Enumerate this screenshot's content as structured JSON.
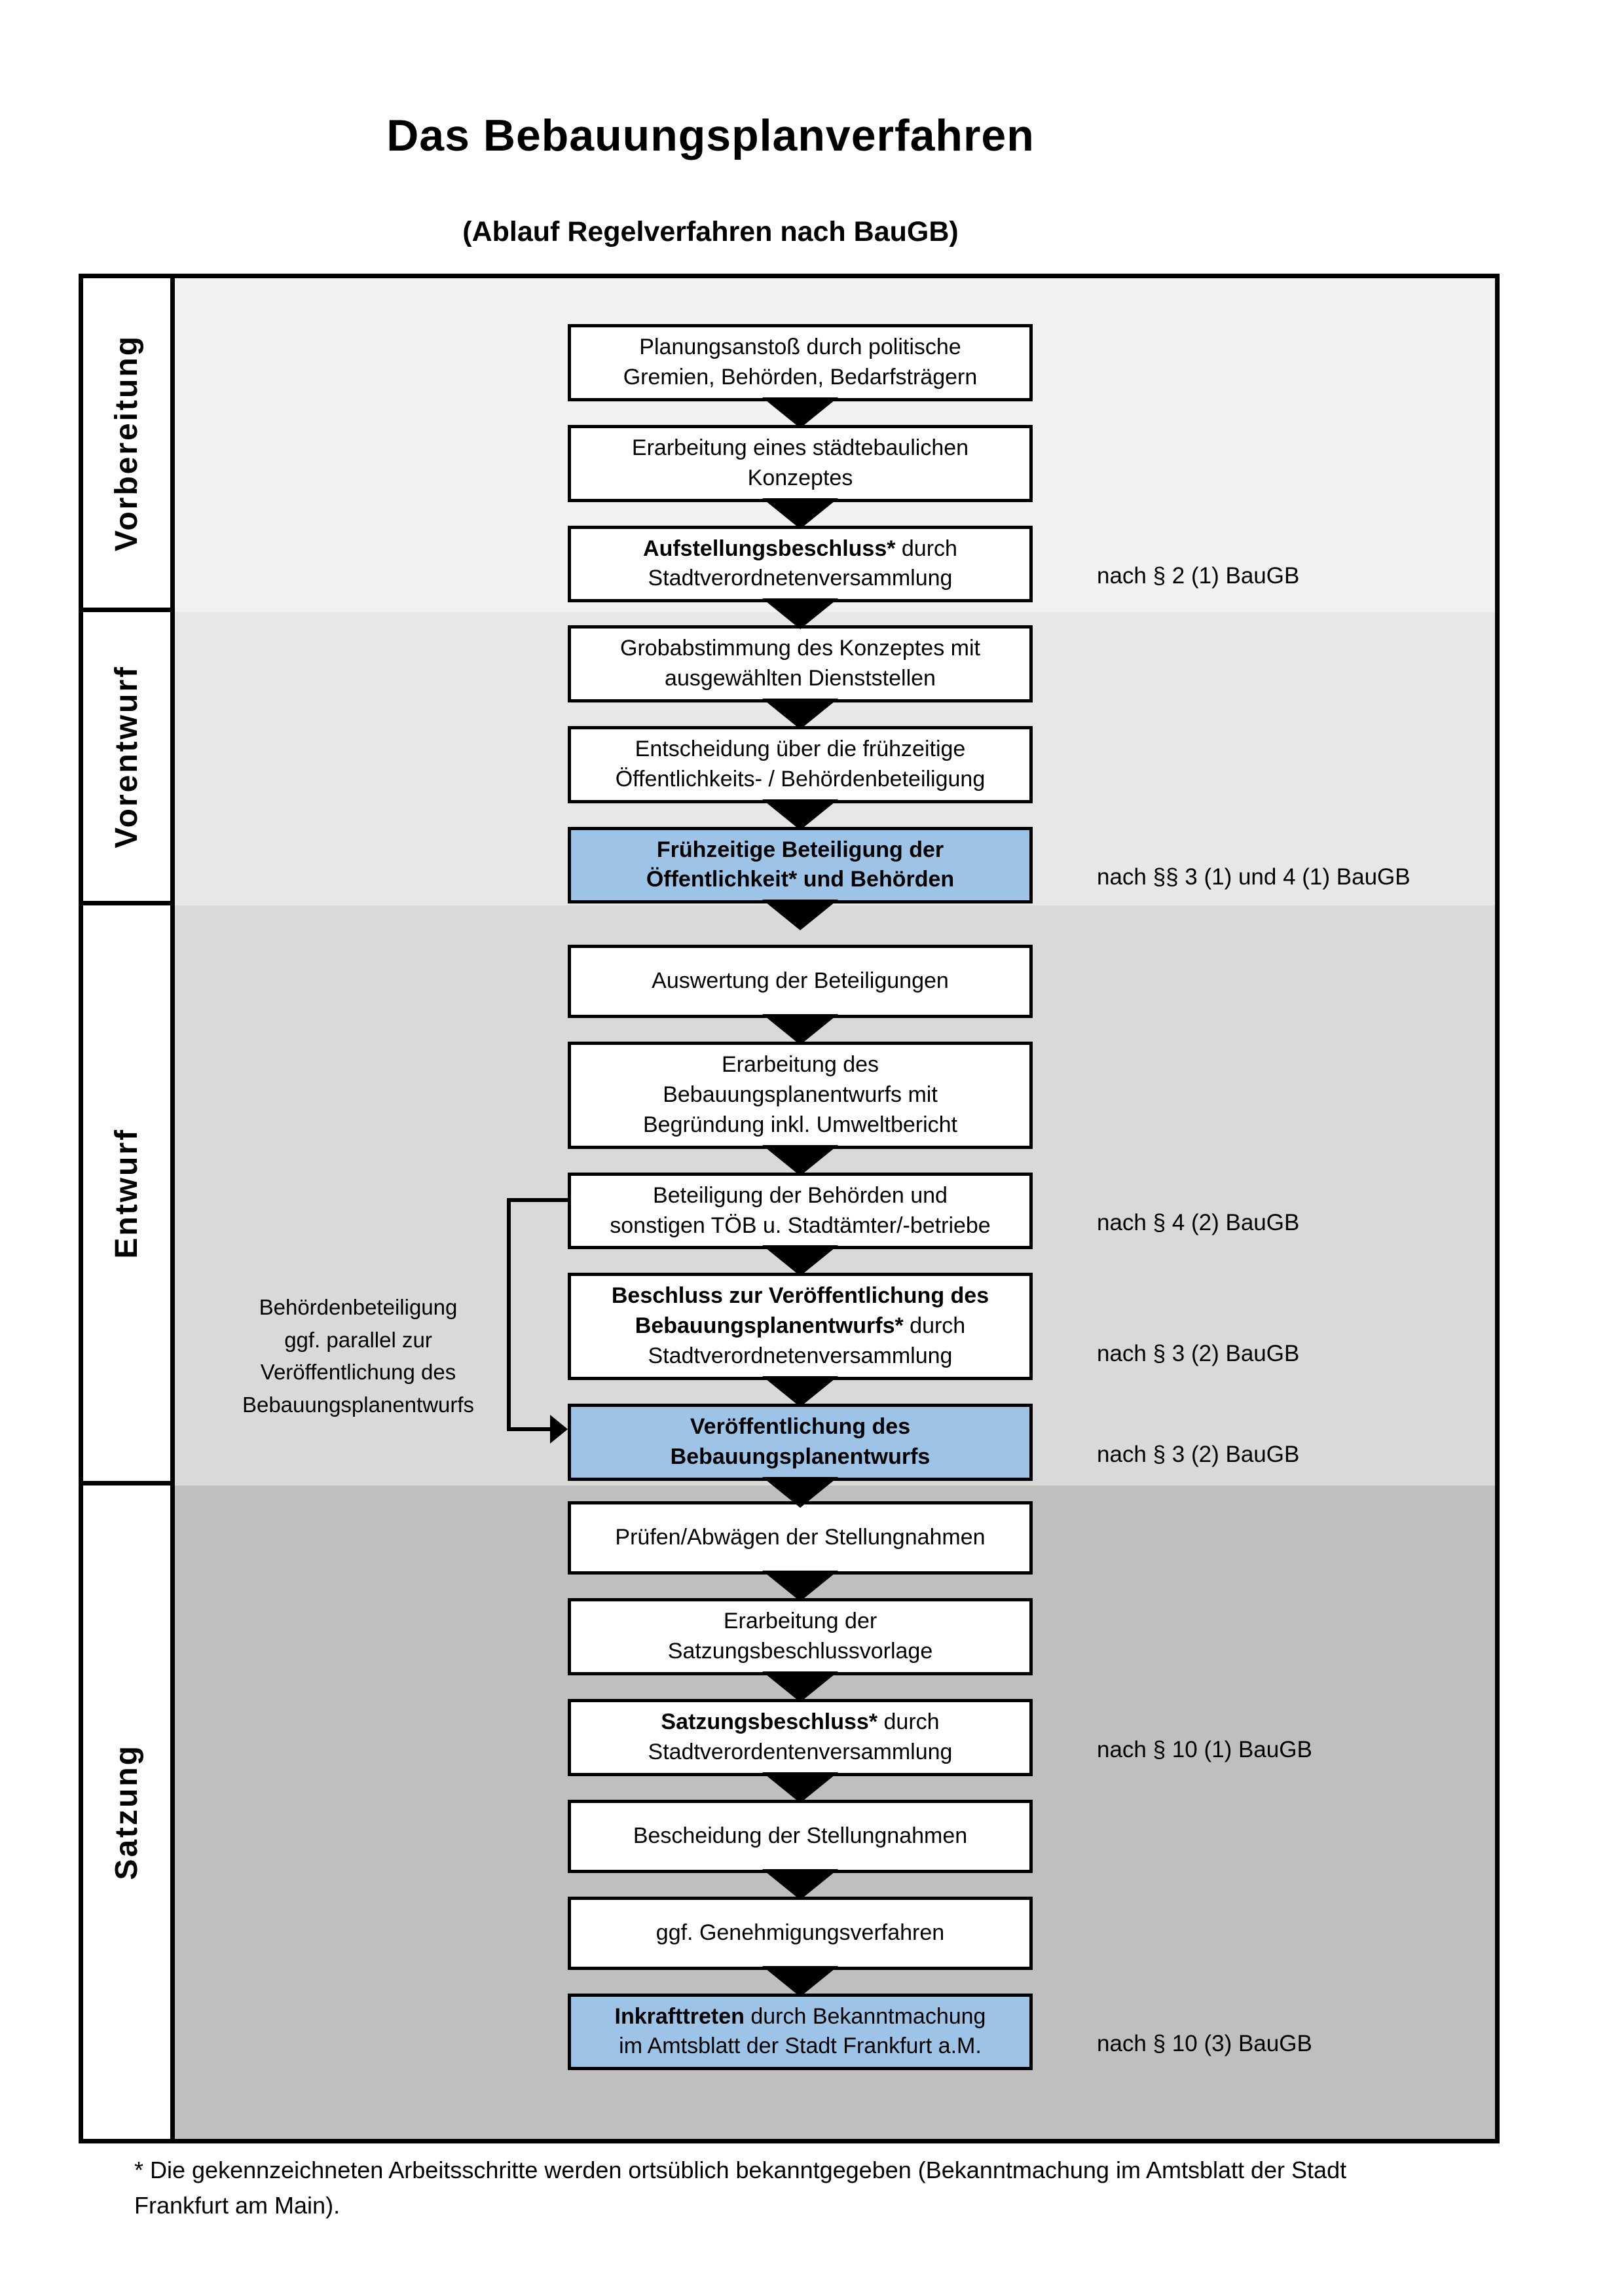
{
  "title": "Das Bebauungsplanverfahren",
  "subtitle": "(Ablauf Regelverfahren nach BauGB)",
  "colors": {
    "highlight": "#9dc3e6",
    "phase1_bg": "#f2f2f2",
    "phase2_bg": "#e7e7e7",
    "phase3_bg": "#d9d9d9",
    "phase4_bg": "#bfbfbf",
    "box_border": "#000000",
    "box_bg": "#ffffff"
  },
  "phases": [
    {
      "label": "Vorbereitung",
      "steps": [
        {
          "parts": [
            {
              "t": "Planungsanstoß durch politische\nGremien, Behörden, Bedarfsträgern",
              "b": false
            }
          ]
        },
        {
          "parts": [
            {
              "t": "Erarbeitung eines städtebaulichen\nKonzeptes",
              "b": false
            }
          ]
        },
        {
          "parts": [
            {
              "t": "Aufstellungsbeschluss*",
              "b": true
            },
            {
              "t": " durch\nStadtverordnetenversammlung",
              "b": false
            }
          ],
          "ref": "nach § 2 (1) BauGB"
        }
      ]
    },
    {
      "label": "Vorentwurf",
      "steps": [
        {
          "parts": [
            {
              "t": "Grobabstimmung des Konzeptes mit\nausgewählten Dienststellen",
              "b": false
            }
          ]
        },
        {
          "parts": [
            {
              "t": "Entscheidung über die frühzeitige\nÖffentlichkeits- / Behördenbeteiligung",
              "b": false
            }
          ]
        },
        {
          "parts": [
            {
              "t": "Frühzeitige Beteiligung der\nÖffentlichkeit* und Behörden",
              "b": true
            }
          ],
          "highlight": true,
          "ref": "nach §§ 3 (1) und 4 (1) BauGB"
        }
      ]
    },
    {
      "label": "Entwurf",
      "note": "Behördenbeteiligung\nggf. parallel zur\nVeröffentlichung des\nBebauungsplanentwurfs",
      "steps": [
        {
          "parts": [
            {
              "t": "Auswertung der Beteiligungen",
              "b": false
            }
          ]
        },
        {
          "parts": [
            {
              "t": "Erarbeitung des\nBebauungsplanentwurfs mit\nBegründung inkl. Umweltbericht",
              "b": false
            }
          ]
        },
        {
          "parts": [
            {
              "t": "Beteiligung der Behörden und\nsonstigen TÖB u. Stadtämter/-betriebe",
              "b": false
            }
          ],
          "ref": "nach § 4 (2) BauGB"
        },
        {
          "parts": [
            {
              "t": "Beschluss zur Veröffentlichung des\nBebauungsplanentwurfs*",
              "b": true
            },
            {
              "t": " durch\nStadtverordnetenversammlung",
              "b": false
            }
          ],
          "ref": "nach § 3 (2) BauGB"
        },
        {
          "parts": [
            {
              "t": "Veröffentlichung des\nBebauungsplanentwurfs",
              "b": true
            }
          ],
          "highlight": true,
          "ref": "nach § 3 (2) BauGB"
        }
      ]
    },
    {
      "label": "Satzung",
      "steps": [
        {
          "parts": [
            {
              "t": "Prüfen/Abwägen der Stellungnahmen",
              "b": false
            }
          ]
        },
        {
          "parts": [
            {
              "t": "Erarbeitung der\nSatzungsbeschlussvorlage",
              "b": false
            }
          ]
        },
        {
          "parts": [
            {
              "t": "Satzungsbeschluss*",
              "b": true
            },
            {
              "t": " durch\nStadtverordentenversammlung",
              "b": false
            }
          ],
          "ref": "nach § 10 (1) BauGB"
        },
        {
          "parts": [
            {
              "t": "Bescheidung der Stellungnahmen",
              "b": false
            }
          ]
        },
        {
          "parts": [
            {
              "t": "ggf. Genehmigungsverfahren",
              "b": false
            }
          ]
        },
        {
          "parts": [
            {
              "t": "Inkrafttreten",
              "b": true
            },
            {
              "t": " durch Bekanntmachung\nim Amtsblatt der Stadt Frankfurt a.M.",
              "b": false
            }
          ],
          "highlight": true,
          "ref": "nach § 10 (3) BauGB"
        }
      ]
    }
  ],
  "footnote": "* Die gekennzeichneten Arbeitsschritte werden ortsüblich bekanntgegeben (Bekanntmachung im Amtsblatt der Stadt\nFrankfurt am Main)."
}
